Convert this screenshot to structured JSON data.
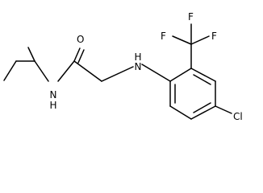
{
  "labels": {
    "oxygen": "O",
    "amide_nh": "N\nH",
    "amine_nh": "H\nN",
    "fluorine_1": "F",
    "fluorine_2": "F",
    "fluorine_3": "F",
    "chlorine": "Cl"
  }
}
